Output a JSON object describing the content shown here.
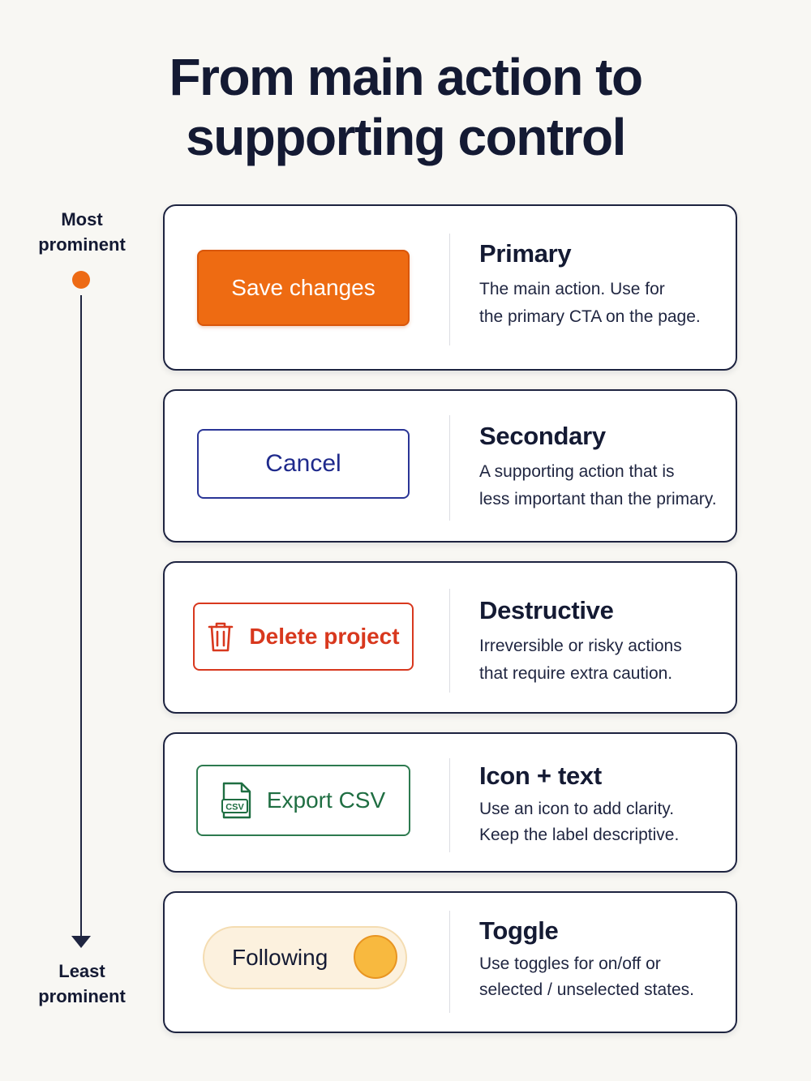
{
  "title": {
    "line1": "From main action to",
    "line2": "supporting control"
  },
  "axis": {
    "top_line1": "Most",
    "top_line2": "prominent",
    "bottom_line1": "Least",
    "bottom_line2": "prominent",
    "dot_color": "#ed6a14"
  },
  "cards": {
    "primary": {
      "button_label": "Save changes",
      "title": "Primary",
      "desc_line1": "The main action. Use for",
      "desc_line2": "the primary CTA on the page.",
      "color": "#ee6b12"
    },
    "secondary": {
      "button_label": "Cancel",
      "title": "Secondary",
      "desc_line1": "A supporting action that is",
      "desc_line2": "less important than the primary.",
      "color": "#2a3596"
    },
    "destructive": {
      "button_label": "Delete project",
      "icon": "trash-icon",
      "title": "Destructive",
      "desc_line1": "Irreversible or risky actions",
      "desc_line2": "that require extra caution.",
      "color": "#d8381e"
    },
    "icon_text": {
      "button_label": "Export CSV",
      "icon": "csv-file-icon",
      "icon_text": "CSV",
      "title": "Icon + text",
      "desc_line1": "Use an icon to add clarity.",
      "desc_line2": "Keep the label descriptive.",
      "color": "#2d7a4f"
    },
    "toggle": {
      "toggle_label": "Following",
      "state": "on",
      "title": "Toggle",
      "desc_line1": "Use toggles for on/off or",
      "desc_line2": "selected / unselected states.",
      "color": "#f8b93f"
    }
  }
}
